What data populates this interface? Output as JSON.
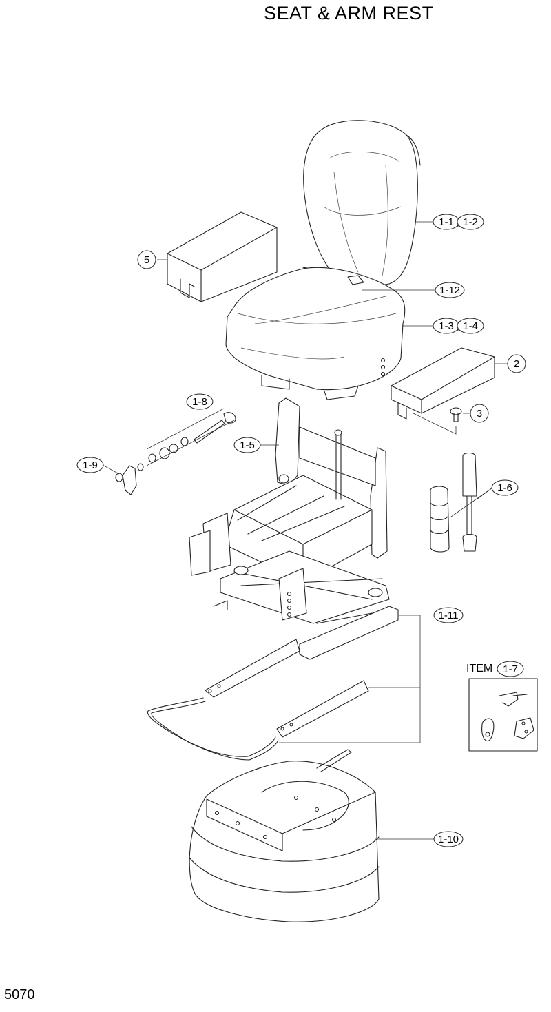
{
  "title": "SEAT & ARM REST",
  "page_number": "5070",
  "item_box_label": "ITEM",
  "callouts": [
    {
      "id": "c-1-1",
      "text": "1-1"
    },
    {
      "id": "c-1-2",
      "text": "1-2"
    },
    {
      "id": "c-5",
      "text": "5"
    },
    {
      "id": "c-1-12",
      "text": "1-12"
    },
    {
      "id": "c-1-3",
      "text": "1-3"
    },
    {
      "id": "c-1-4",
      "text": "1-4"
    },
    {
      "id": "c-2",
      "text": "2"
    },
    {
      "id": "c-1-8",
      "text": "1-8"
    },
    {
      "id": "c-3",
      "text": "3"
    },
    {
      "id": "c-1-5",
      "text": "1-5"
    },
    {
      "id": "c-1-9",
      "text": "1-9"
    },
    {
      "id": "c-1-6",
      "text": "1-6"
    },
    {
      "id": "c-1-11",
      "text": "1-11"
    },
    {
      "id": "c-1-7",
      "text": "1-7"
    },
    {
      "id": "c-1-10",
      "text": "1-10"
    }
  ],
  "callout_separator": ","
}
